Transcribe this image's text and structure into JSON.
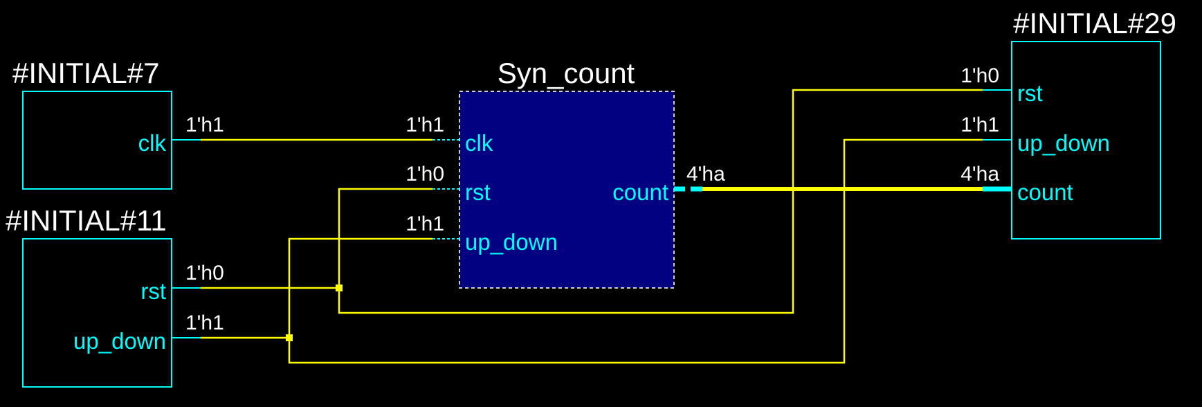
{
  "modules": {
    "initial7": {
      "name": "#INITIAL#7",
      "ports": {
        "clk": "clk"
      }
    },
    "initial11": {
      "name": "#INITIAL#11",
      "ports": {
        "rst": "rst",
        "up_down": "up_down"
      }
    },
    "syn_count": {
      "name": "Syn_count",
      "ports": {
        "clk": "clk",
        "rst": "rst",
        "up_down": "up_down",
        "count": "count"
      }
    },
    "initial29": {
      "name": "#INITIAL#29",
      "ports": {
        "rst": "rst",
        "up_down": "up_down",
        "count": "count"
      }
    }
  },
  "values": {
    "i7_clk": "1'h1",
    "i11_rst": "1'h0",
    "i11_up_down": "1'h1",
    "sc_clk": "1'h1",
    "sc_rst": "1'h0",
    "sc_up_down": "1'h1",
    "sc_count": "4'ha",
    "i29_rst": "1'h0",
    "i29_up_down": "1'h1",
    "i29_count": "4'ha"
  },
  "colors": {
    "background": "#000000",
    "module_border": "#00ffff",
    "port_label": "#00ffff",
    "wire": "#ffff00",
    "value_label": "#ffffff",
    "syn_count_fill": "#000080"
  }
}
